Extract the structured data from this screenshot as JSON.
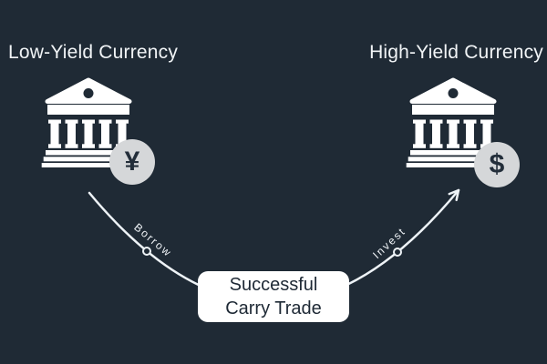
{
  "nodes": {
    "left": {
      "title": "Low-Yield Currency",
      "currency_symbol": "¥",
      "icon": "bank-icon"
    },
    "right": {
      "title": "High-Yield Currency",
      "currency_symbol": "$",
      "icon": "bank-icon"
    }
  },
  "flow": {
    "borrow_label": "Borrow",
    "invest_label": "Invest",
    "center_line1": "Successful",
    "center_line2": "Carry Trade"
  },
  "colors": {
    "background": "#1f2a35",
    "icon_white": "#ffffff",
    "coin_fill": "#d5d7d9",
    "coin_symbol": "#232e3a",
    "curve": "#eef3f7",
    "box_background": "#ffffff",
    "box_text": "#1e2935",
    "title_text": "#f1f4f6"
  }
}
